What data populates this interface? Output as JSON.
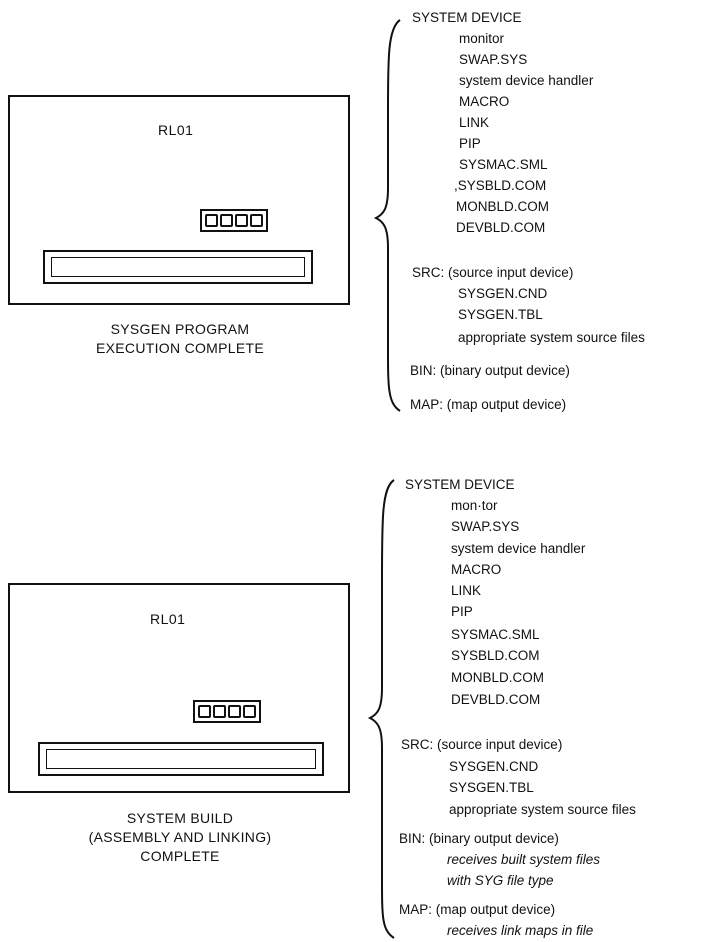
{
  "top": {
    "device_label": "RL01",
    "caption": [
      "SYSGEN PROGRAM",
      "EXECUTION COMPLETE"
    ],
    "system_device": {
      "title": "SYSTEM DEVICE",
      "items": [
        "monitor",
        "SWAP.SYS",
        "system device handler",
        "MACRO",
        "LINK",
        "PIP",
        "SYSMAC.SML",
        ",SYSBLD.COM",
        "MONBLD.COM",
        "DEVBLD.COM"
      ]
    },
    "src": {
      "title": "SRC: (source input device)",
      "items": [
        "SYSGEN.CND",
        "SYSGEN.TBL",
        "appropriate system source files"
      ]
    },
    "bin": {
      "title": "BIN: (binary output device)"
    },
    "map": {
      "title": "MAP: (map output device)"
    }
  },
  "bottom": {
    "device_label": "RL01",
    "caption": [
      "SYSTEM BUILD",
      "(ASSEMBLY AND LINKING)",
      "COMPLETE"
    ],
    "system_device": {
      "title": "SYSTEM DEVICE",
      "items": [
        "mon·tor",
        "SWAP.SYS",
        "system device handler",
        "MACRO",
        "LINK",
        "PIP",
        "SYSMAC.SML",
        "SYSBLD.COM",
        "MONBLD.COM",
        "DEVBLD.COM"
      ]
    },
    "src": {
      "title": "SRC: (source input device)",
      "items": [
        "SYSGEN.CND",
        "SYSGEN.TBL",
        "appropriate system source files"
      ]
    },
    "bin": {
      "title": "BIN: (binary output device)",
      "notes": [
        "receives built system files",
        "with  SYG file type"
      ]
    },
    "map": {
      "title": "MAP: (map output device)",
      "notes": [
        "receives link maps in file"
      ]
    }
  }
}
